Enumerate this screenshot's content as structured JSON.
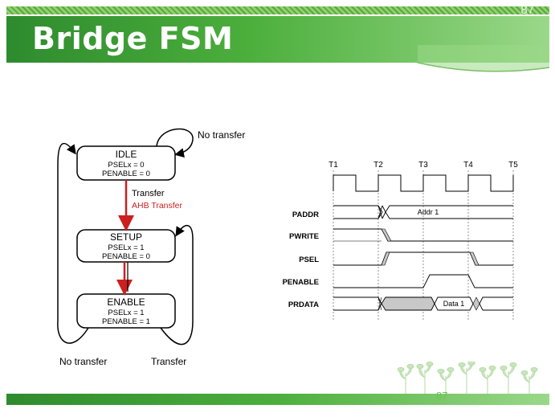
{
  "slide": {
    "title": "Bridge FSM",
    "page_number": "87",
    "page_number_footer": "87"
  },
  "colors": {
    "title_green_dark": "#2e8b2e",
    "title_green_light": "#9ad889",
    "red_arrow": "#cc1f1f",
    "waveform_grey": "#c8c8c8"
  },
  "fsm": {
    "states": [
      {
        "name": "IDLE",
        "line1": "PSELx = 0",
        "line2": "PENABLE  = 0"
      },
      {
        "name": "SETUP",
        "line1": "PSELx = 1",
        "line2": "PENABLE  = 0"
      },
      {
        "name": "ENABLE",
        "line1": "PSELx = 1",
        "line2": "PENABLE  = 1"
      }
    ],
    "labels": {
      "idle_self_loop": "No transfer",
      "idle_to_setup": "Transfer",
      "idle_to_setup_red": "AHB Transfer",
      "enable_to_idle": "No transfer",
      "enable_to_setup": "Transfer"
    }
  },
  "timing": {
    "time_labels": [
      "T1",
      "T2",
      "T3",
      "T4",
      "T5"
    ],
    "signals": [
      "PADDR",
      "PWRITE",
      "PSEL",
      "PENABLE",
      "PRDATA"
    ],
    "addr_label": "Addr 1",
    "data_label": "Data 1"
  }
}
